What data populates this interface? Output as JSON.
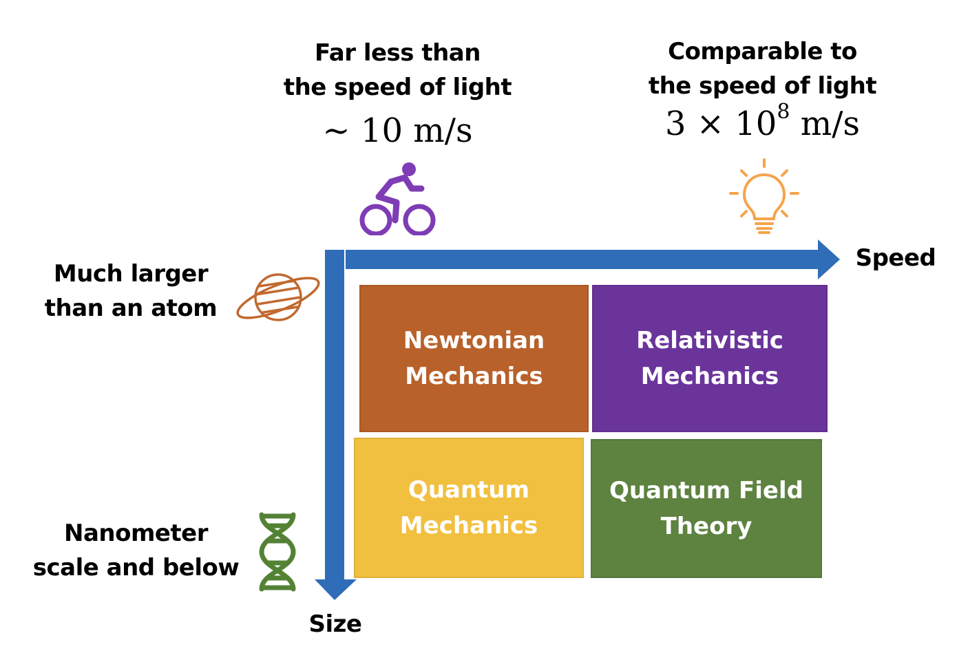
{
  "columns": {
    "slow": {
      "lines": [
        "Far less than",
        "the speed of light"
      ],
      "speed_prefix": "∼",
      "speed_value": "10",
      "speed_unit": "m/s",
      "icon": "bicycle-icon"
    },
    "fast": {
      "lines": [
        "Comparable to",
        "the speed of light"
      ],
      "speed_coeff": "3 × 10",
      "speed_exponent": "8",
      "speed_unit": "m/s",
      "icon": "light-bulb-icon"
    }
  },
  "rows": {
    "large": {
      "lines": [
        "Much larger",
        "than an atom"
      ],
      "icon": "planet-icon"
    },
    "small": {
      "lines": [
        "Nanometer",
        "scale and below"
      ],
      "icon": "dna-icon"
    }
  },
  "axes": {
    "x_label": "Speed",
    "y_label": "Size",
    "color": "#2F6DB9"
  },
  "quadrants": {
    "newtonian": {
      "lines": [
        "Newtonian",
        "Mechanics"
      ],
      "color": "#B8612A"
    },
    "relativistic": {
      "lines": [
        "Relativistic",
        "Mechanics"
      ],
      "color": "#6A349B"
    },
    "quantum": {
      "lines": [
        "Quantum",
        "Mechanics"
      ],
      "color": "#F2C040"
    },
    "qft": {
      "lines": [
        "Quantum Field",
        "Theory"
      ],
      "color": "#5E8240"
    }
  },
  "icon_colors": {
    "bicycle": "#7E3DB5",
    "light_bulb": "#F5A44A",
    "planet": "#C1692F",
    "dna": "#548235"
  }
}
